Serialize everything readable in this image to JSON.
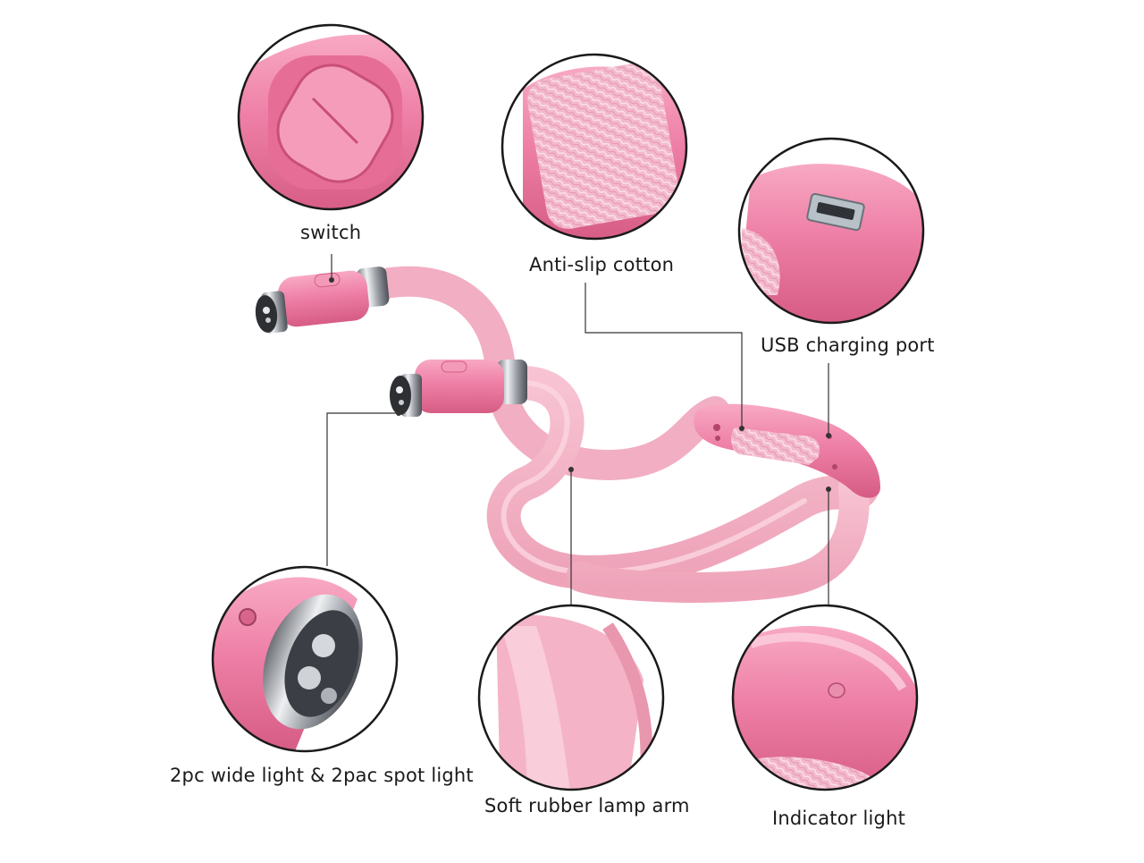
{
  "callouts": {
    "switch": "switch",
    "anti_slip": "Anti-slip cotton",
    "usb": "USB charging port",
    "wide_spot": "2pc wide light & 2pac spot light",
    "soft_arm": "Soft rubber lamp arm",
    "indicator": "Indicator light"
  },
  "colors": {
    "pink_body": "#ee7fa6",
    "pink_dark": "#d9577f",
    "pink_arm": "#f4b3c6",
    "chrome": "#b9bcc2",
    "background": "#ffffff"
  }
}
